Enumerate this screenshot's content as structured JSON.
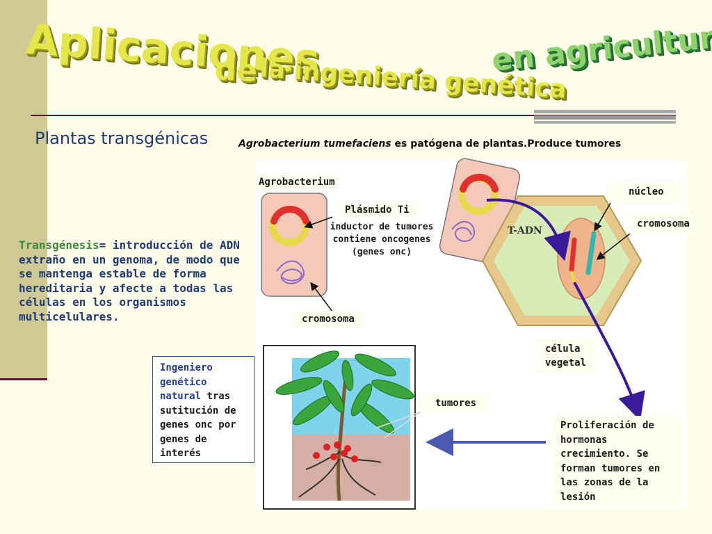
{
  "title": {
    "part1": "Aplicaciones",
    "part2": "de",
    "part3": "la ingeniería genética",
    "part4": "en agricultura"
  },
  "section_heading": "Plantas transgénicas",
  "intro": {
    "species": "Agrobacterium tumefaciens",
    "text": " es patógena de plantas.Produce tumores"
  },
  "definition": {
    "term": "Transgénesis",
    "text": "= introducción de ADN extraño en un genoma, de modo que se mantenga estable de forma hereditaria y afecte a todas las células en los organismos multicelulares."
  },
  "labels": {
    "agrobacterium": "Agrobacterium",
    "plasmido": "Plásmido Ti",
    "plasmido_note_1": "inductor de tumores",
    "plasmido_note_2": "contiene oncogenes",
    "plasmido_note_3": "(genes onc)",
    "cromosoma_bacteria": "cromosoma",
    "nucleo": "núcleo",
    "cromosoma_celula": "cromosoma",
    "t_adn": "T-ADN",
    "celula_1": "célula",
    "celula_2": "vegetal",
    "tumores": "tumores"
  },
  "ingeniero": {
    "em": "Ingeniero genético natural",
    "text": " tras sutitución de genes onc por genes de interés"
  },
  "proliferacion": "Proliferación de hormonas crecimiento. Se forman tumores en las zonas de la lesión",
  "colors": {
    "title_yellow": "#e5e64a",
    "title_green": "#8fd36f",
    "heading_blue": "#1f3a7a",
    "term_green": "#3a8a3a",
    "arrow_purple": "#3a1a9a"
  }
}
